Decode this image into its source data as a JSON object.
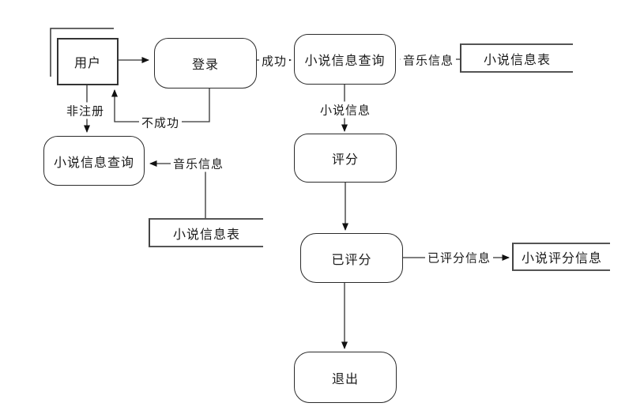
{
  "diagram": {
    "type": "data-flow-diagram",
    "background_color": "#ffffff",
    "line_color": "#333333",
    "nodes": {
      "user": {
        "label": "用户",
        "shape": "external-entity-multi"
      },
      "login": {
        "label": "登录",
        "shape": "process"
      },
      "novel_query_top": {
        "label": "小说信息查询",
        "shape": "process"
      },
      "novel_table_top": {
        "label": "小说信息表",
        "shape": "data-store"
      },
      "novel_query_left": {
        "label": "小说信息查询",
        "shape": "process"
      },
      "novel_table_left": {
        "label": "小说信息表",
        "shape": "data-store"
      },
      "rate": {
        "label": "评分",
        "shape": "process"
      },
      "rated": {
        "label": "已评分",
        "shape": "process"
      },
      "novel_rating_info": {
        "label": "小说评分信息",
        "shape": "data-store"
      },
      "exit": {
        "label": "退出",
        "shape": "process"
      }
    },
    "edges": {
      "success": {
        "label": "成功",
        "from": "login",
        "to": "novel_query_top"
      },
      "fail": {
        "label": "不成功",
        "from": "login",
        "to": "user"
      },
      "unregistered": {
        "label": "非注册",
        "from": "user",
        "to": "novel_query_left"
      },
      "music_info_top": {
        "label": "音乐信息",
        "from": "novel_table_top",
        "to": "novel_query_top"
      },
      "music_info_left": {
        "label": "音乐信息",
        "from": "novel_table_left",
        "to": "novel_query_left"
      },
      "novel_info": {
        "label": "小说信息",
        "from": "novel_query_top",
        "to": "rate"
      },
      "rated_info": {
        "label": "已评分信息",
        "from": "rated",
        "to": "novel_rating_info"
      }
    }
  }
}
